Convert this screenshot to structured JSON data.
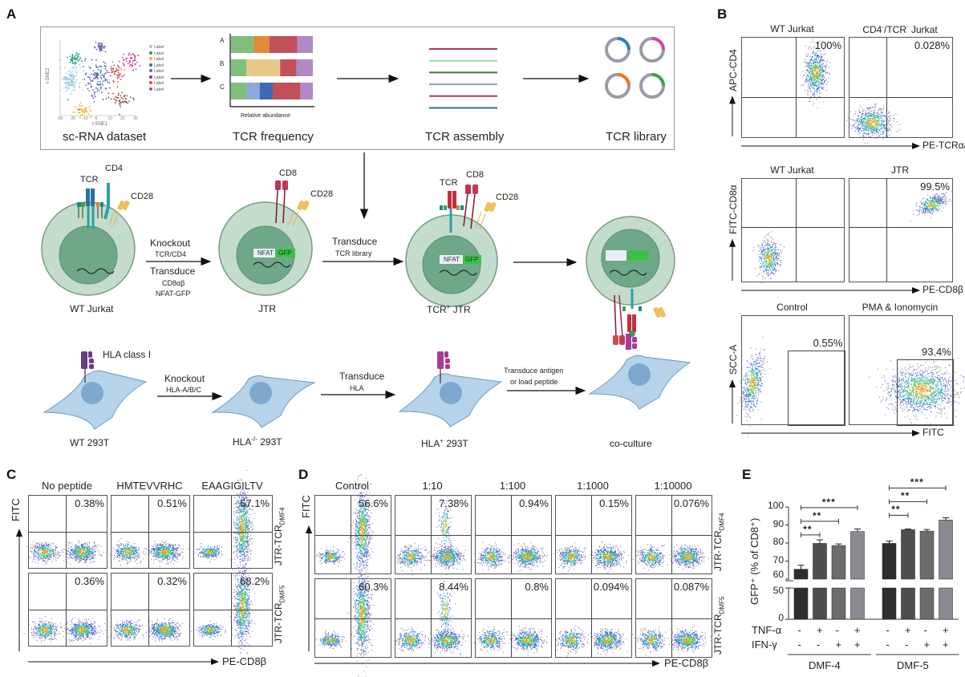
{
  "panels": {
    "A": {
      "label": "A",
      "pipeline": {
        "steps": [
          "sc-RNA dataset",
          "TCR frequency",
          "TCR assembly",
          "TCR library"
        ],
        "tsne": {
          "xlabel": "t-SNE1",
          "ylabel": "t-SNE2",
          "ticks": [
            "-30",
            "-20",
            "-10",
            "0",
            "10",
            "20",
            "30"
          ],
          "legend": [
            "Label",
            "Label",
            "Label",
            "Label",
            "Label",
            "Label",
            "Label",
            "Label"
          ],
          "colors": [
            "#9ecae1",
            "#1b9e77",
            "#f0b43c",
            "#4a5fb0",
            "#7b5fa8",
            "#8c4a3a",
            "#d94b4b",
            "#c23b9a"
          ]
        },
        "freq": {
          "rows": [
            "A",
            "B",
            "C"
          ],
          "xlabel": "Relative abundance"
        },
        "assembly_colors": [
          "#b03a55",
          "#a8d3a0",
          "#3f7a3a",
          "#8a9dc4",
          "#b03a55",
          "#3e6a9a"
        ],
        "library_colors": [
          "#2f7fd0",
          "#c94aa8",
          "#e07a2a",
          "#3fa34a"
        ]
      },
      "cells": {
        "wt_jurkat": {
          "name": "WT Jurkat",
          "markers": [
            "TCR",
            "CD4",
            "CD28"
          ]
        },
        "jtr": {
          "name": "JTR",
          "markers": [
            "CD8",
            "CD28"
          ],
          "reporter": [
            "NFAT",
            "GFP"
          ]
        },
        "tcr_jtr": {
          "name": "TCR",
          "sup": "+",
          "suffix": " JTR",
          "markers": [
            "TCR",
            "CD8",
            "CD28"
          ],
          "reporter": [
            "NFAT",
            "GFP"
          ]
        },
        "wt_293t": {
          "name": "WT 293T",
          "marker": "HLA class I"
        },
        "hla_ko_293t": {
          "name": "HLA",
          "sup": "-/-",
          "suffix": " 293T"
        },
        "hla_pos_293t": {
          "name": "HLA",
          "sup": "+",
          "suffix": " 293T"
        },
        "coculture": {
          "name": "co-culture"
        }
      },
      "arrows": {
        "ko_tcr": {
          "title": "Knockout",
          "sub": "TCR/CD4",
          "title2": "Transduce",
          "sub2a": "CD8αβ",
          "sub2b": "NFAT-GFP"
        },
        "transduce_lib": {
          "title": "Transduce",
          "sub": "TCR library"
        },
        "ko_hla": {
          "title": "Knockout",
          "sub": "HLA-A/B/C"
        },
        "transduce_hla": {
          "title": "Transduce",
          "sub": "HLA"
        },
        "antigen": {
          "line1": "Transduce antigen",
          "line2": "or load peptide"
        }
      }
    },
    "B": {
      "label": "B",
      "rows": [
        {
          "ylabel": "APC-CD4",
          "xlabel": "PE-TCRα/β",
          "plots": [
            {
              "title": "WT Jurkat",
              "pct": "100%"
            },
            {
              "title_parts": [
                "CD4",
                "-",
                "/TCR",
                "-",
                " Jurkat"
              ],
              "pct": "0.028%"
            }
          ]
        },
        {
          "ylabel": "FITC-CD8α",
          "xlabel": "PE-CD8β",
          "plots": [
            {
              "title": "WT Jurkat",
              "pct": ""
            },
            {
              "title": "JTR",
              "pct": "99.5%"
            }
          ]
        },
        {
          "ylabel": "SCC-A",
          "xlabel": "FITC",
          "plots": [
            {
              "title": "Control",
              "pct": "0.55%"
            },
            {
              "title": "PMA & Ionomycin",
              "pct": "93.4%"
            }
          ]
        }
      ]
    },
    "C": {
      "label": "C",
      "ylabel": "FITC",
      "xlabel": "PE-CD8β",
      "columns": [
        "No peptide",
        "HMTEVVRHC",
        "EAAGIGILTV"
      ],
      "rows": [
        {
          "name": "JTR-TCR",
          "sub": "DMF4",
          "pcts": [
            "0.38%",
            "0.51%",
            "67.1%"
          ]
        },
        {
          "name": "JTR-TCR",
          "sub": "DMF5",
          "pcts": [
            "0.36%",
            "0.32%",
            "68.2%"
          ]
        }
      ]
    },
    "D": {
      "label": "D",
      "ylabel": "FITC",
      "xlabel": "PE-CD8β",
      "columns": [
        "Control",
        "1:10",
        "1:100",
        "1:1000",
        "1:10000"
      ],
      "rows": [
        {
          "name": "JTR-TCR",
          "sub": "DMF4",
          "pcts": [
            "56.6%",
            "7.38%",
            "0.94%",
            "0.15%",
            "0.076%"
          ]
        },
        {
          "name": "JTR-TCR",
          "sub": "DMF5",
          "pcts": [
            "60.3%",
            "8.44%",
            "0.8%",
            "0.094%",
            "0.087%"
          ]
        }
      ]
    },
    "E": {
      "label": "E"
    }
  },
  "chart_data": {
    "type": "bar",
    "title": "",
    "ylabel": "GFP⁺ (% of CD8⁺)",
    "ylim": [
      0,
      100
    ],
    "axis_break": [
      50,
      60
    ],
    "yticks": [
      0,
      50,
      60,
      70,
      80,
      90,
      100
    ],
    "groups": [
      "DMF-4",
      "DMF-5"
    ],
    "conditions": [
      {
        "TNF-α": "-",
        "IFN-γ": "-"
      },
      {
        "TNF-α": "+",
        "IFN-γ": "-"
      },
      {
        "TNF-α": "-",
        "IFN-γ": "+"
      },
      {
        "TNF-α": "+",
        "IFN-γ": "+"
      }
    ],
    "row_labels": [
      "TNF-α",
      "IFN-γ"
    ],
    "series": [
      {
        "name": "DMF-4",
        "values": [
          65.5,
          79.8,
          78.6,
          86.4
        ],
        "errors": [
          2.2,
          2.0,
          0.9,
          1.4
        ]
      },
      {
        "name": "DMF-5",
        "values": [
          79.8,
          87.4,
          86.6,
          92.8
        ],
        "errors": [
          1.3,
          0.4,
          0.9,
          1.2
        ]
      }
    ],
    "bar_colors": [
      "#2e2e2e",
      "#4e4e4e",
      "#6c6c6c",
      "#8a8a93"
    ],
    "significance": [
      {
        "group": "DMF-4",
        "from": 0,
        "to": 1,
        "label": "**"
      },
      {
        "group": "DMF-4",
        "from": 0,
        "to": 2,
        "label": "**"
      },
      {
        "group": "DMF-4",
        "from": 0,
        "to": 3,
        "label": "***"
      },
      {
        "group": "DMF-5",
        "from": 0,
        "to": 1,
        "label": "**"
      },
      {
        "group": "DMF-5",
        "from": 0,
        "to": 2,
        "label": "**"
      },
      {
        "group": "DMF-5",
        "from": 0,
        "to": 3,
        "label": "***"
      }
    ]
  }
}
